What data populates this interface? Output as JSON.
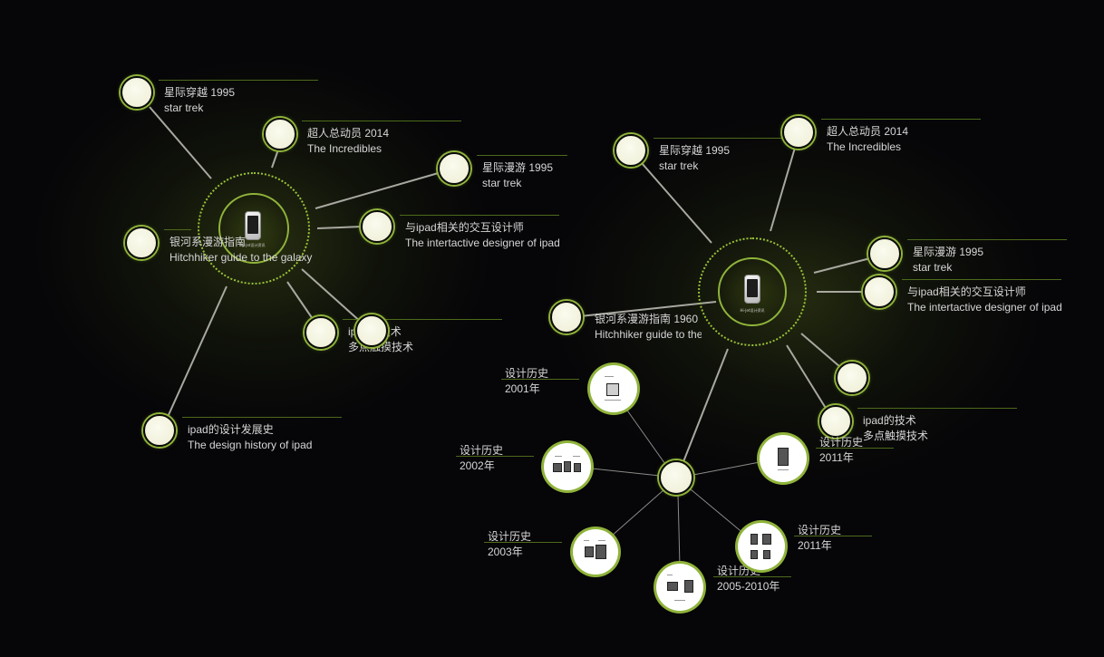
{
  "left_cluster": {
    "nodes": [
      {
        "zh": "星际穿越  1995",
        "en": "star trek"
      },
      {
        "zh": "超人总动员 2014",
        "en": "The Incredibles"
      },
      {
        "zh": "星际漫游 1995",
        "en": "star trek"
      },
      {
        "zh": "与ipad相关的交互设计师",
        "en": "The intertactive designer of ipad"
      },
      {
        "zh": "ipad的技术",
        "en": "多点触摸技术"
      },
      {
        "zh": "银河系漫游指南",
        "en": "Hitchhiker guide to the galaxy"
      },
      {
        "zh": "ipad的设计发展史",
        "en": "The design history of ipad"
      }
    ],
    "hub_caption": "Hi-Jet设计资讯"
  },
  "right_cluster": {
    "nodes": [
      {
        "zh": "星际穿越  1995",
        "en": "star trek"
      },
      {
        "zh": "超人总动员 2014",
        "en": "The Incredibles"
      },
      {
        "zh": "星际漫游 1995",
        "en": "star trek"
      },
      {
        "zh": "与ipad相关的交互设计师",
        "en": "The intertactive designer of ipad"
      },
      {
        "zh": "银河系漫游指南 1960",
        "en": "Hitchhiker guide to the galaxy"
      },
      {
        "zh": "ipad的技术",
        "en": "多点触摸技术"
      }
    ],
    "hub_caption": "Hi-Jet设计资讯"
  },
  "history_cluster": {
    "items": [
      {
        "title": "设计历史",
        "year": "2001年"
      },
      {
        "title": "设计历史",
        "year": "2002年"
      },
      {
        "title": "设计历史",
        "year": "2003年"
      },
      {
        "title": "设计历史",
        "year": "2005-2010年"
      },
      {
        "title": "设计历史",
        "year": "2011年"
      },
      {
        "title": "设计历史",
        "year": "2011年"
      }
    ]
  },
  "colors": {
    "background": "#060508",
    "accent": "#8fb33a",
    "node_fill": "#f1f1dc",
    "text": "#d6d6d6"
  }
}
